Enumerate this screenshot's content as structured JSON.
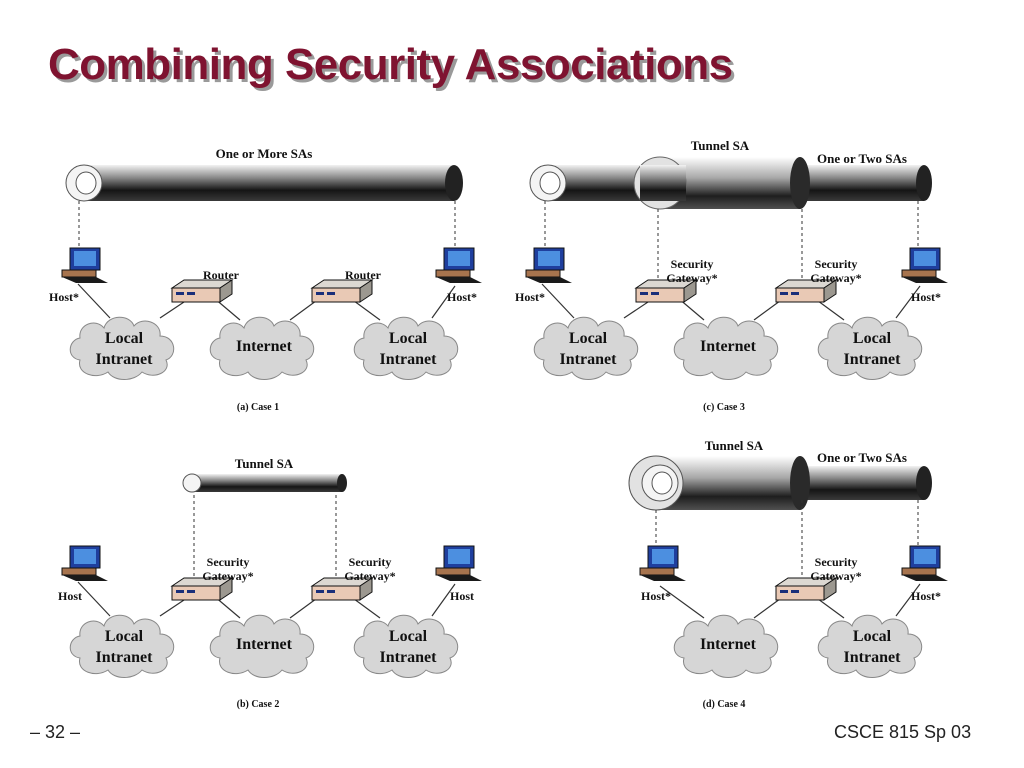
{
  "title": "Combining Security Associations",
  "footer": {
    "page": "– 32 –",
    "course": "CSCE 815 Sp 03"
  },
  "colors": {
    "title": "#7f1330",
    "title_shadow": "#9a9a9a"
  },
  "icons": [
    "host-computer-icon",
    "router-icon",
    "security-gateway-icon",
    "cloud-icon",
    "sa-tube-icon"
  ],
  "cases": {
    "a": {
      "caption": "(a) Case 1",
      "sa_label": "One or More SAs",
      "host_left": "Host*",
      "host_right": "Host*",
      "router_left": "Router",
      "router_right": "Router",
      "cloud_left": [
        "Local",
        "Intranet"
      ],
      "cloud_mid": "Internet",
      "cloud_right": [
        "Local",
        "Intranet"
      ]
    },
    "b": {
      "caption": "(b) Case 2",
      "sa_label": "Tunnel SA",
      "host_left": "Host",
      "host_right": "Host",
      "gateway_left": [
        "Security",
        "Gateway*"
      ],
      "gateway_right": [
        "Security",
        "Gateway*"
      ],
      "cloud_left": [
        "Local",
        "Intranet"
      ],
      "cloud_mid": "Internet",
      "cloud_right": [
        "Local",
        "Intranet"
      ]
    },
    "c": {
      "caption": "(c) Case 3",
      "tunnel_label": "Tunnel SA",
      "sa_label": "One or Two SAs",
      "host_left": "Host*",
      "host_right": "Host*",
      "gateway_left": [
        "Security",
        "Gateway*"
      ],
      "gateway_right": [
        "Security",
        "Gateway*"
      ],
      "cloud_left": [
        "Local",
        "Intranet"
      ],
      "cloud_mid": "Internet",
      "cloud_right": [
        "Local",
        "Intranet"
      ]
    },
    "d": {
      "caption": "(d) Case 4",
      "tunnel_label": "Tunnel SA",
      "sa_label": "One or Two SAs",
      "host_left": "Host*",
      "host_right": "Host*",
      "gateway_right": [
        "Security",
        "Gateway*"
      ],
      "cloud_mid": "Internet",
      "cloud_right": [
        "Local",
        "Intranet"
      ]
    }
  }
}
